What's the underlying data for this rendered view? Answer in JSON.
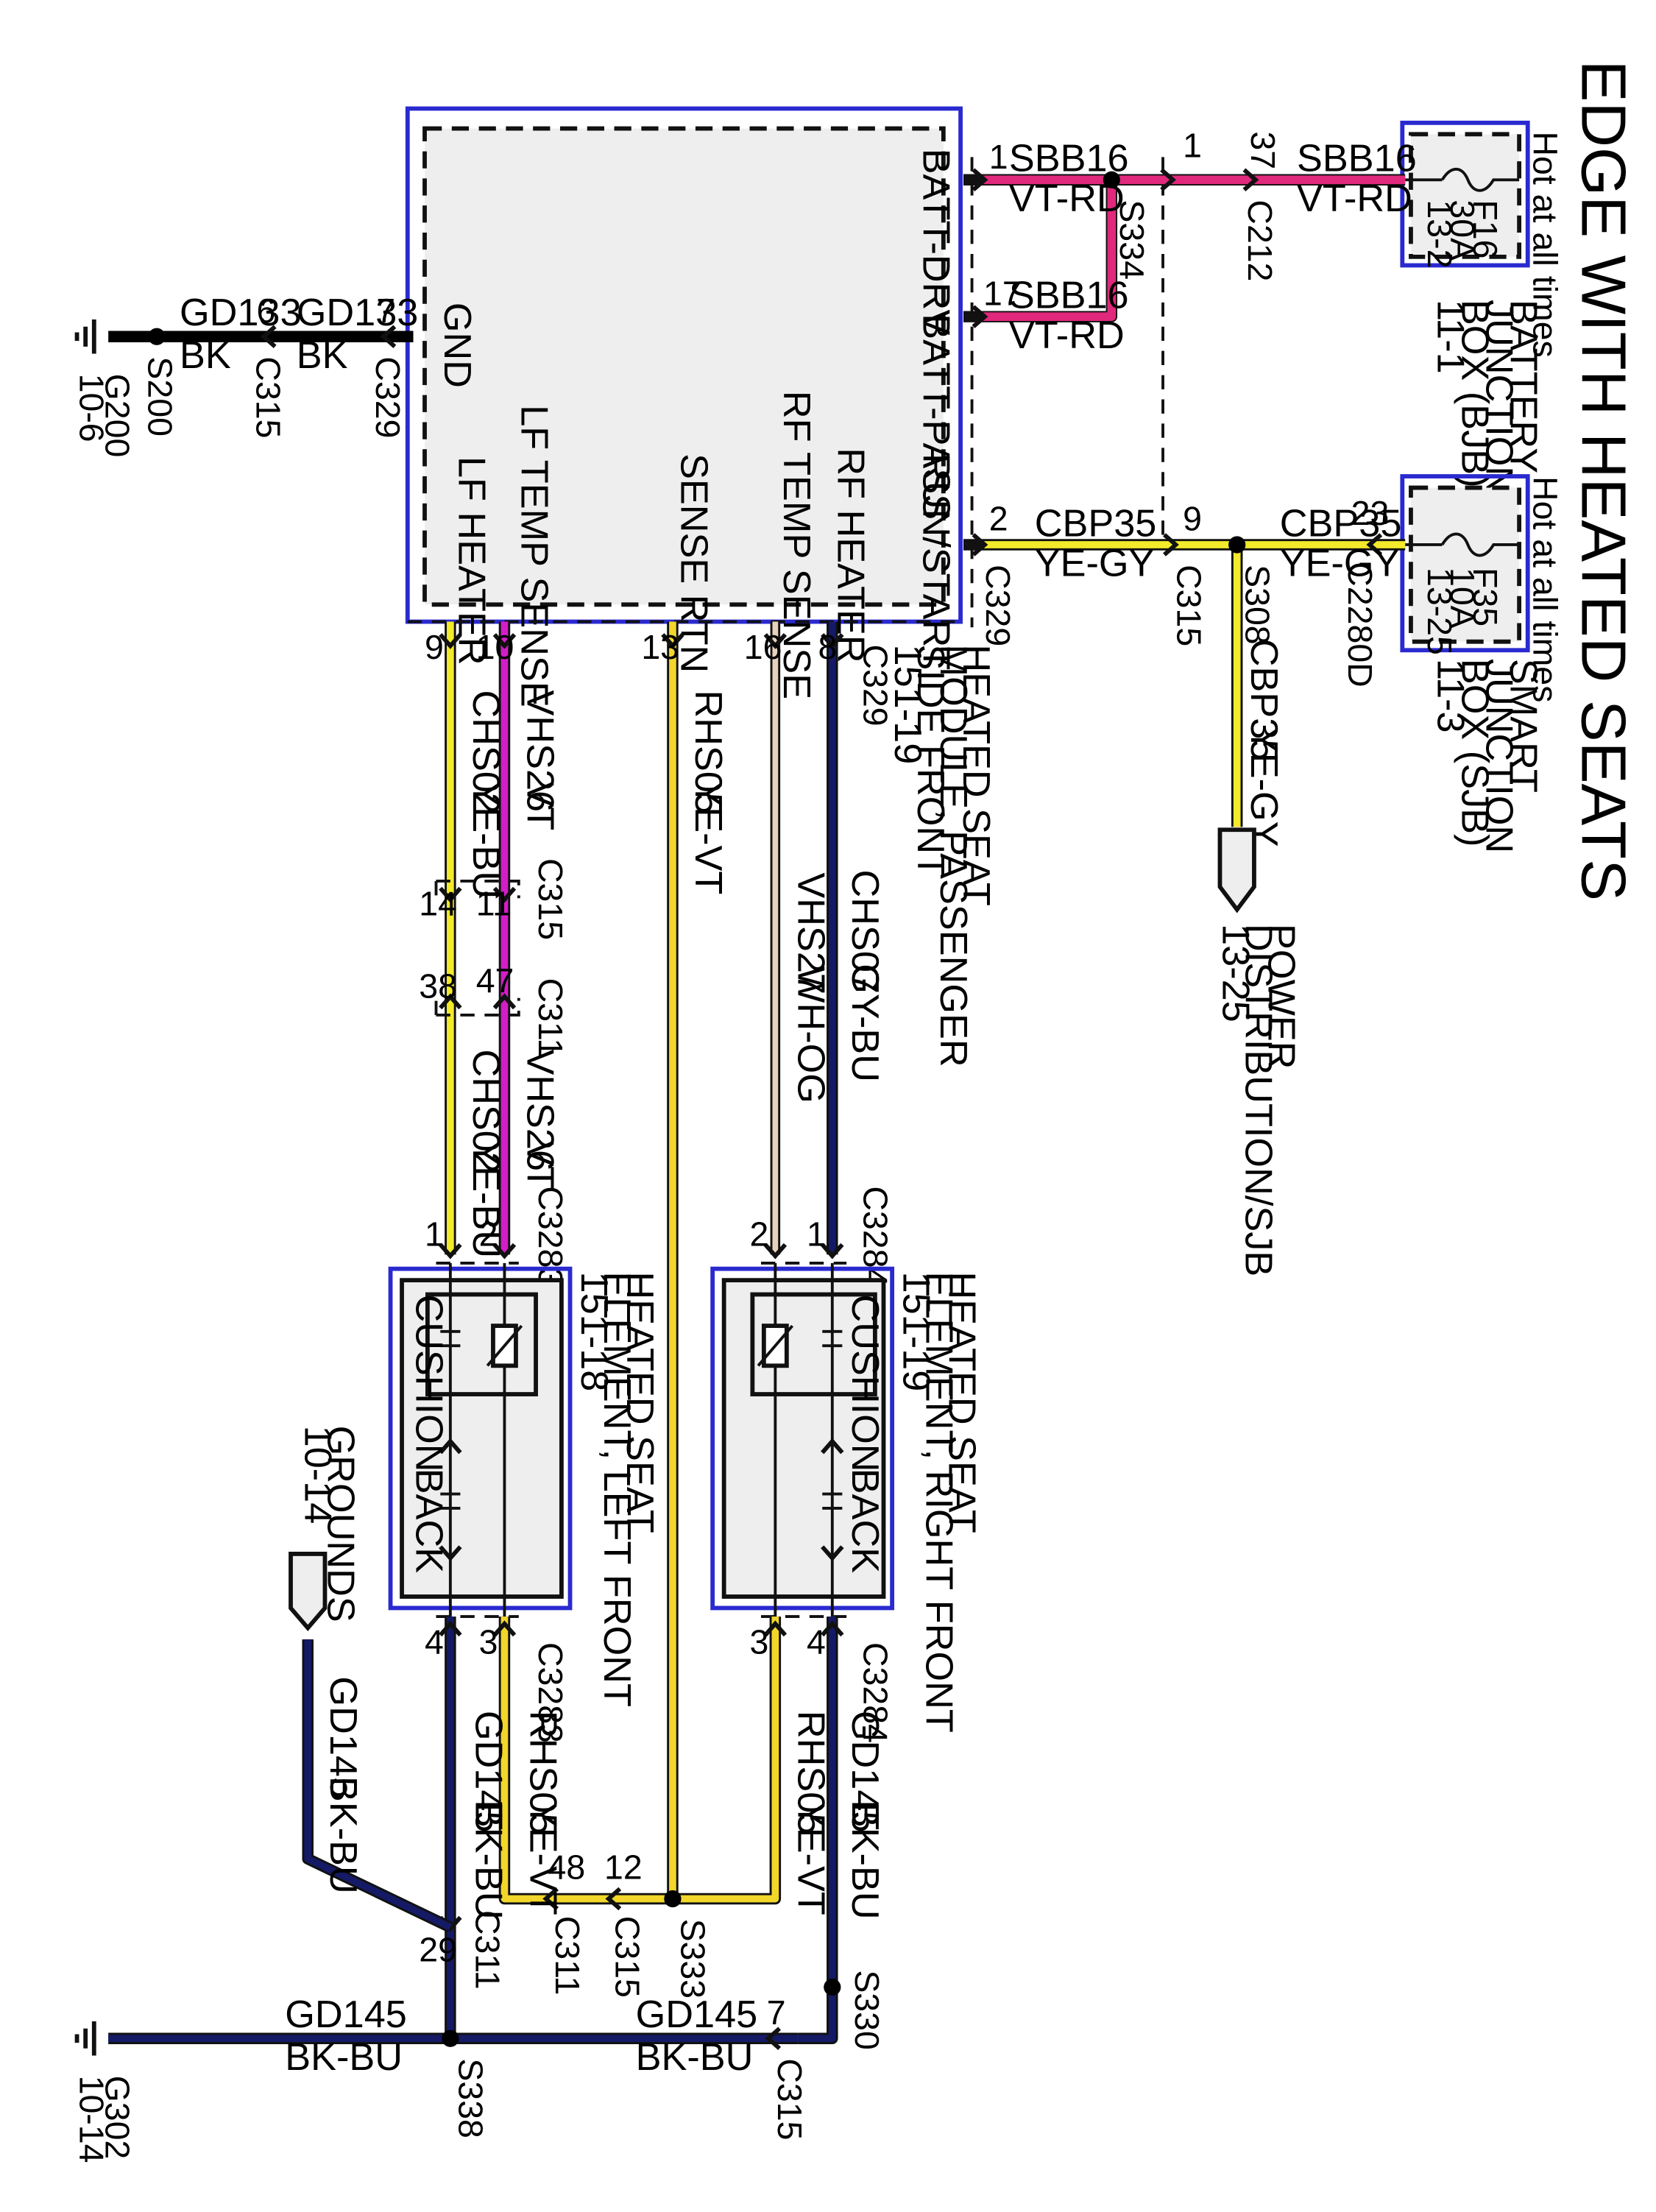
{
  "title": "EDGE WITH HEATED SEATS",
  "colors": {
    "VT-RD": "#e0287c",
    "YE-GY": "#f2ea2a",
    "YE-VT": "#f2d62a",
    "YE-BU": "#f2ea2a",
    "VT": "#d21ec6",
    "GY-BU": "#151a66",
    "WH-OG": "#e8d2bc",
    "BK": "#000000",
    "BK-BU": "#151a66"
  },
  "components": {
    "bjb": {
      "hot": "Hot at all times",
      "fuse": "F16",
      "amps": "30A",
      "ref": "13-2",
      "name1": "BATTERY",
      "name2": "JUNCTION",
      "name3": "BOX (BJB)",
      "name4": "11-1"
    },
    "sjb": {
      "hot": "Hot at all times",
      "fuse": "F35",
      "amps": "10A",
      "ref": "13-25",
      "name1": "SMART",
      "name2": "JUNCTION",
      "name3": "BOX (SJB)",
      "name4": "11-3"
    },
    "module": {
      "name1": "HEATED SEAT",
      "name2": "MODULE, PASSENGER",
      "name3": "SIDE FRONT",
      "name4": "151-19",
      "pins": {
        "batt_drv": "BATT-DRV",
        "batt_pass": "BATT-PASS",
        "run_start": "RUN/START",
        "gnd": "GND",
        "lf_temp": "LF TEMP SENSE",
        "lf_heater": "LF HEATER",
        "sense_rtn": "SENSE RTN",
        "rf_temp": "RF TEMP SENSE",
        "rf_heater": "RF HEATER"
      }
    },
    "rf_element": {
      "name1": "HEATED SEAT",
      "name2": "ELEMENT, RIGHT FRONT",
      "name3": "151-19",
      "cushion": "CUSHION",
      "back": "BACK"
    },
    "lf_element": {
      "name1": "HEATED SEAT",
      "name2": "ELEMENT, LEFT FRONT",
      "name3": "151-18",
      "cushion": "CUSHION",
      "back": "BACK"
    },
    "power_dist": {
      "name1": "POWER",
      "name2": "DISTRIBUTION/SJB",
      "name3": "13-25"
    },
    "grounds": {
      "name1": "GROUNDS",
      "name2": "10-14"
    },
    "g200": {
      "name": "G200",
      "ref": "10-6"
    },
    "g302": {
      "name": "G302",
      "ref": "10-14"
    }
  },
  "wires": {
    "sbb16": {
      "circuit": "SBB16",
      "color": "VT-RD"
    },
    "cbp35": {
      "circuit": "CBP35",
      "color": "YE-GY"
    },
    "gd133": {
      "circuit": "GD133",
      "color": "BK"
    },
    "chs07": {
      "circuit": "CHS07",
      "color": "GY-BU"
    },
    "vhs27": {
      "circuit": "VHS27",
      "color": "WH-OG"
    },
    "rhs05": {
      "circuit": "RHS05",
      "color": "YE-VT"
    },
    "vhs26": {
      "circuit": "VHS26",
      "color": "VT"
    },
    "chs02": {
      "circuit": "CHS02",
      "color": "YE-BU"
    },
    "gd145": {
      "circuit": "GD145",
      "color": "BK-BU"
    }
  },
  "connectors": {
    "c212": "C212",
    "c2280d": "C2280D",
    "c329": "C329",
    "c315": "C315",
    "c311": "C311",
    "c3283": "C3283",
    "c3284": "C3284"
  },
  "splices": {
    "s334": "S334",
    "s308": "S308",
    "s200": "S200",
    "s333": "S333",
    "s330": "S330",
    "s338": "S338"
  },
  "pins": {
    "p1": "1",
    "p2": "2",
    "p3": "3",
    "p4": "4",
    "p6": "6",
    "p7": "7",
    "p8": "8",
    "p9": "9",
    "p10": "10",
    "p11": "11",
    "p12": "12",
    "p13": "13",
    "p14": "14",
    "p16": "16",
    "p17": "17",
    "p23": "23",
    "p29": "29",
    "p37": "37",
    "p38": "38",
    "p47": "47",
    "p48": "48"
  }
}
